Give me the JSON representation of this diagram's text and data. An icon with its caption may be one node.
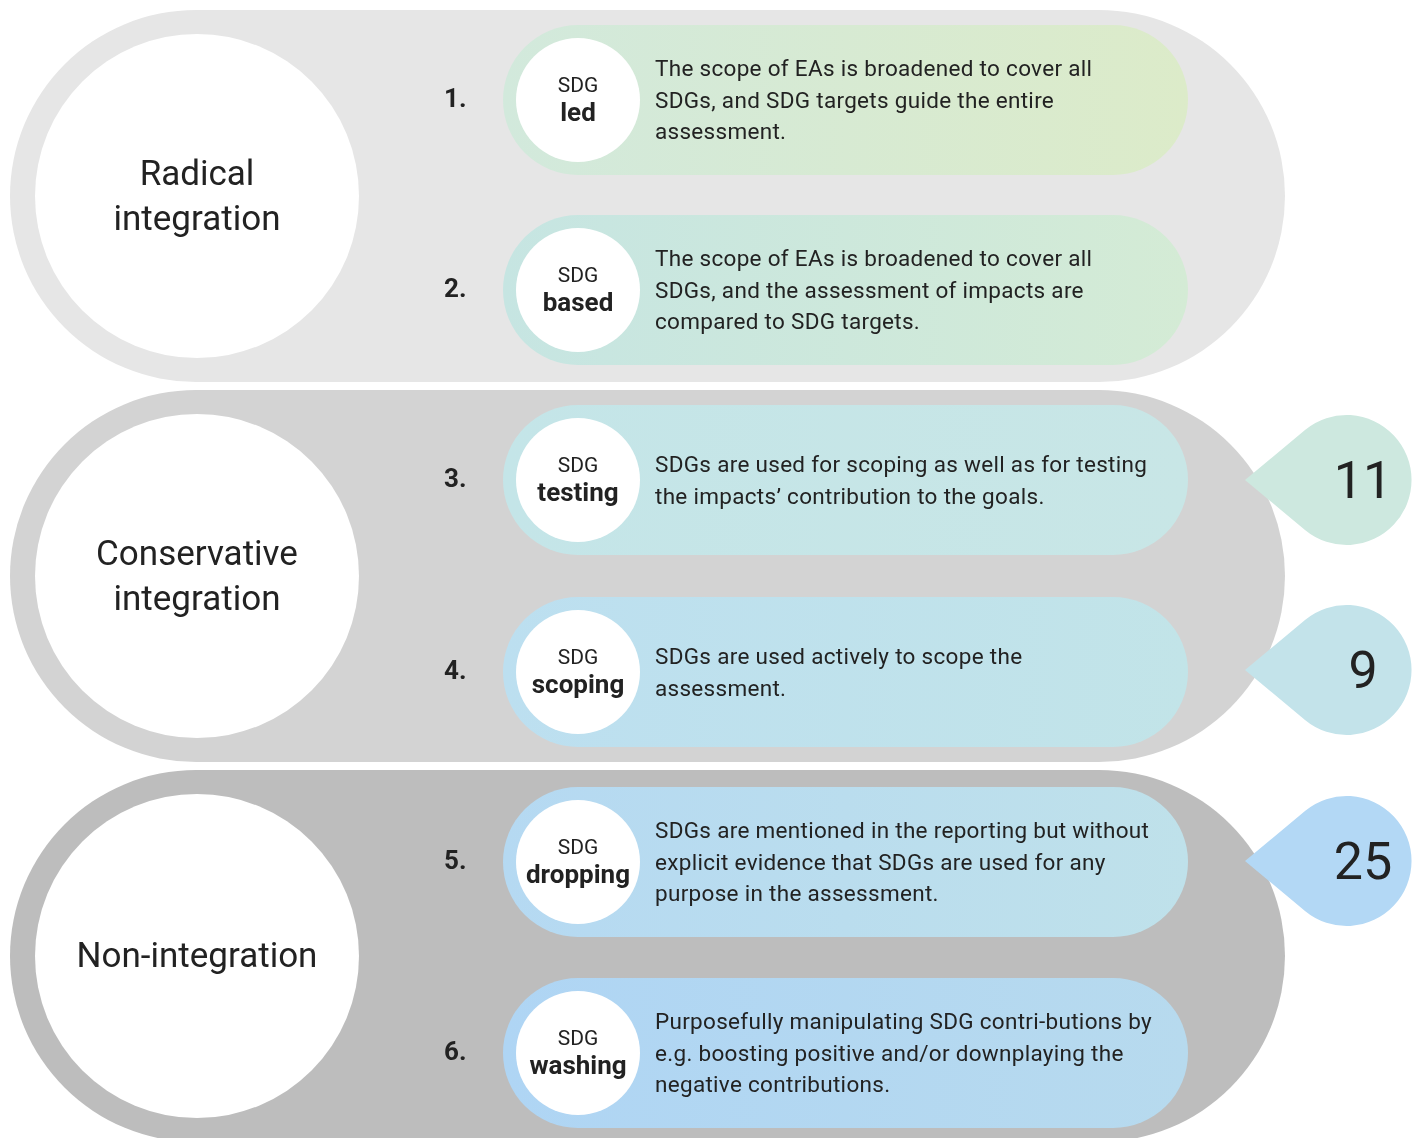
{
  "diagram": {
    "nodes": [
      {
        "text": [
          "Radical integration"
        ]
      },
      {
        "text": [
          "SDG",
          "led",
          "The scope of EAs is broadened to cover all SDGs, and SDG targets guide the entire assessment."
        ],
        "in": 0,
        "beside": [
          "1."
        ]
      },
      {
        "text": [
          "SDG",
          "based",
          "The scope of EAs is broadened to cover all SDGs, and the assessment of impacts are compared to SDG targets."
        ],
        "in": 0,
        "beside": [
          "2."
        ]
      },
      {
        "text": [
          "Conservative integration"
        ]
      },
      {
        "text": [
          "SDG",
          "testing",
          "SDGs are used for scoping as well as for testing the impacts’ contribution to the goals."
        ],
        "in": 3,
        "beside": [
          "3."
        ]
      },
      {
        "text": [
          "SDG",
          "scoping",
          "SDGs are used actively to scope the assessment."
        ],
        "in": 3,
        "beside": [
          "4."
        ]
      },
      {
        "text": [
          "Non-integration"
        ]
      },
      {
        "text": [
          "SDG",
          "dropping",
          "SDGs are mentioned in the reporting but without explicit evidence that SDGs are used for any purpose in the assessment."
        ],
        "in": 6,
        "beside": [
          "5."
        ]
      },
      {
        "text": [
          "SDG",
          "washing",
          "Purposefully manipulating SDG contri-butions by e.g. boosting positive and/or downplaying the negative contributions."
        ],
        "in": 6,
        "beside": [
          "6."
        ]
      },
      {
        "text": [
          "11"
        ]
      },
      {
        "text": [
          "9"
        ]
      },
      {
        "text": [
          "25"
        ]
      }
    ]
  }
}
